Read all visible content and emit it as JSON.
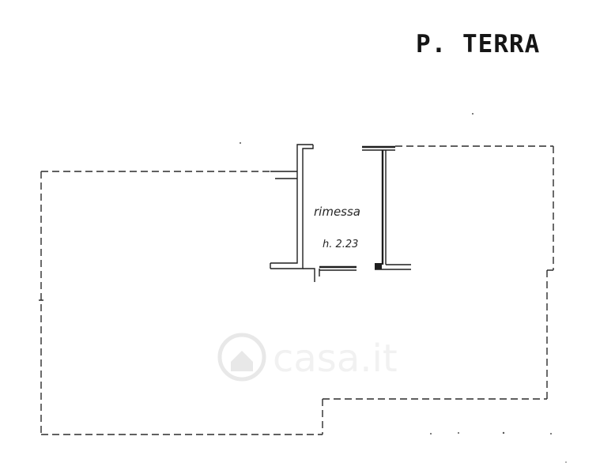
{
  "plan": {
    "title": "P. TERRA",
    "room_label": "rimessa",
    "height_note": "h. 2.23"
  },
  "watermark": {
    "text": "casa.it",
    "icon": "house-icon",
    "color": "#d6d6d6"
  },
  "colors": {
    "ink": "#1e1e1e",
    "paper": "#ffffff"
  }
}
